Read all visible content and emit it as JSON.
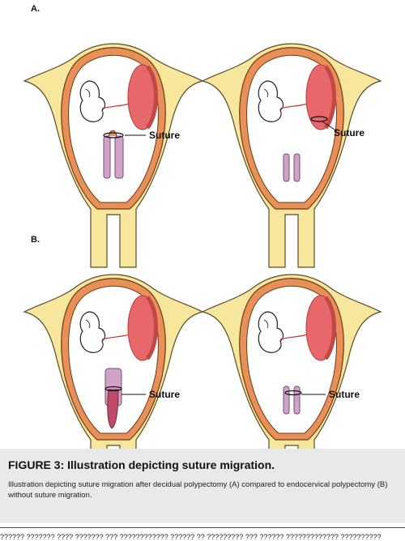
{
  "panels": {
    "a_label": "A.",
    "b_label": "B."
  },
  "labels": {
    "suture": "Suture"
  },
  "caption": {
    "title": "FIGURE 3: Illustration depicting suture migration.",
    "text": "Illustration depicting suture migration after decidual polypectomy (A) compared to endocervical polypectomy (B) without suture migration."
  },
  "footer": {
    "clipped_text": "?????? ??????? ???? ??????? ??? ???????????? ?????? ?? ????????? ??? ?????? ????????????? ??????????"
  },
  "colors": {
    "myometrium": "#f7e79c",
    "membrane": "#e89058",
    "placenta": "#e8676a",
    "cervix_canal": "#cfa3c8",
    "caption_bg": "#e9e9e9"
  }
}
